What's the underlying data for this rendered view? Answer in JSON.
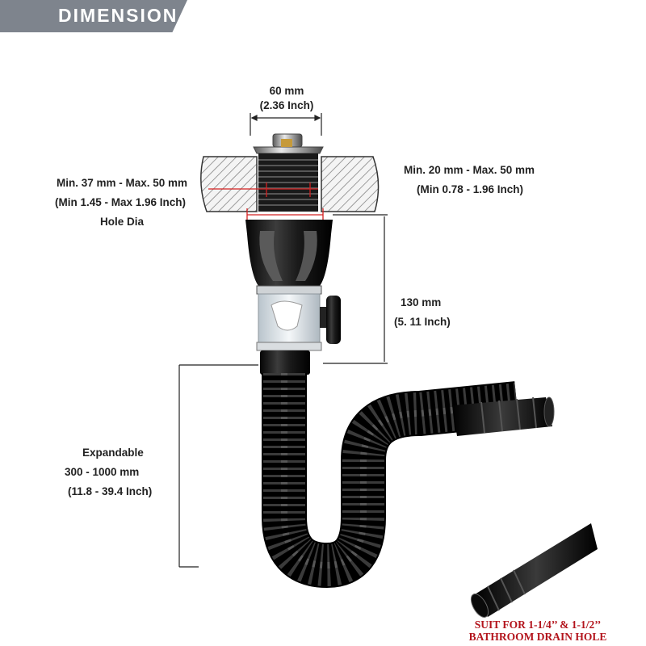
{
  "header": {
    "title": "DIMENSION"
  },
  "dimensions": {
    "width_mm": "60  mm",
    "width_inch": "(2.36 Inch)",
    "hole_mm": "Min. 37 mm - Max. 50 mm",
    "hole_inch": "(Min 1.45 - Max 1.96 Inch)",
    "hole_label": "Hole Dia",
    "thickness_mm": "Min. 20 mm - Max. 50 mm",
    "thickness_inch": "(Min 0.78 - 1.96 Inch)",
    "height_mm": "130 mm",
    "height_inch": "(5. 11 Inch)",
    "hose_label": "Expandable",
    "hose_mm": "300 - 1000 mm",
    "hose_inch": "(11.8 - 39.4 Inch)"
  },
  "note": {
    "line1": "SUIT FOR 1-1/4’’ & 1-1/2’’",
    "line2": "BATHROOM DRAIN HOLE"
  },
  "colors": {
    "header_bg": "#7e848d",
    "note_text": "#b3141c",
    "hose": "#111111",
    "dimension_line": "#d42020"
  }
}
